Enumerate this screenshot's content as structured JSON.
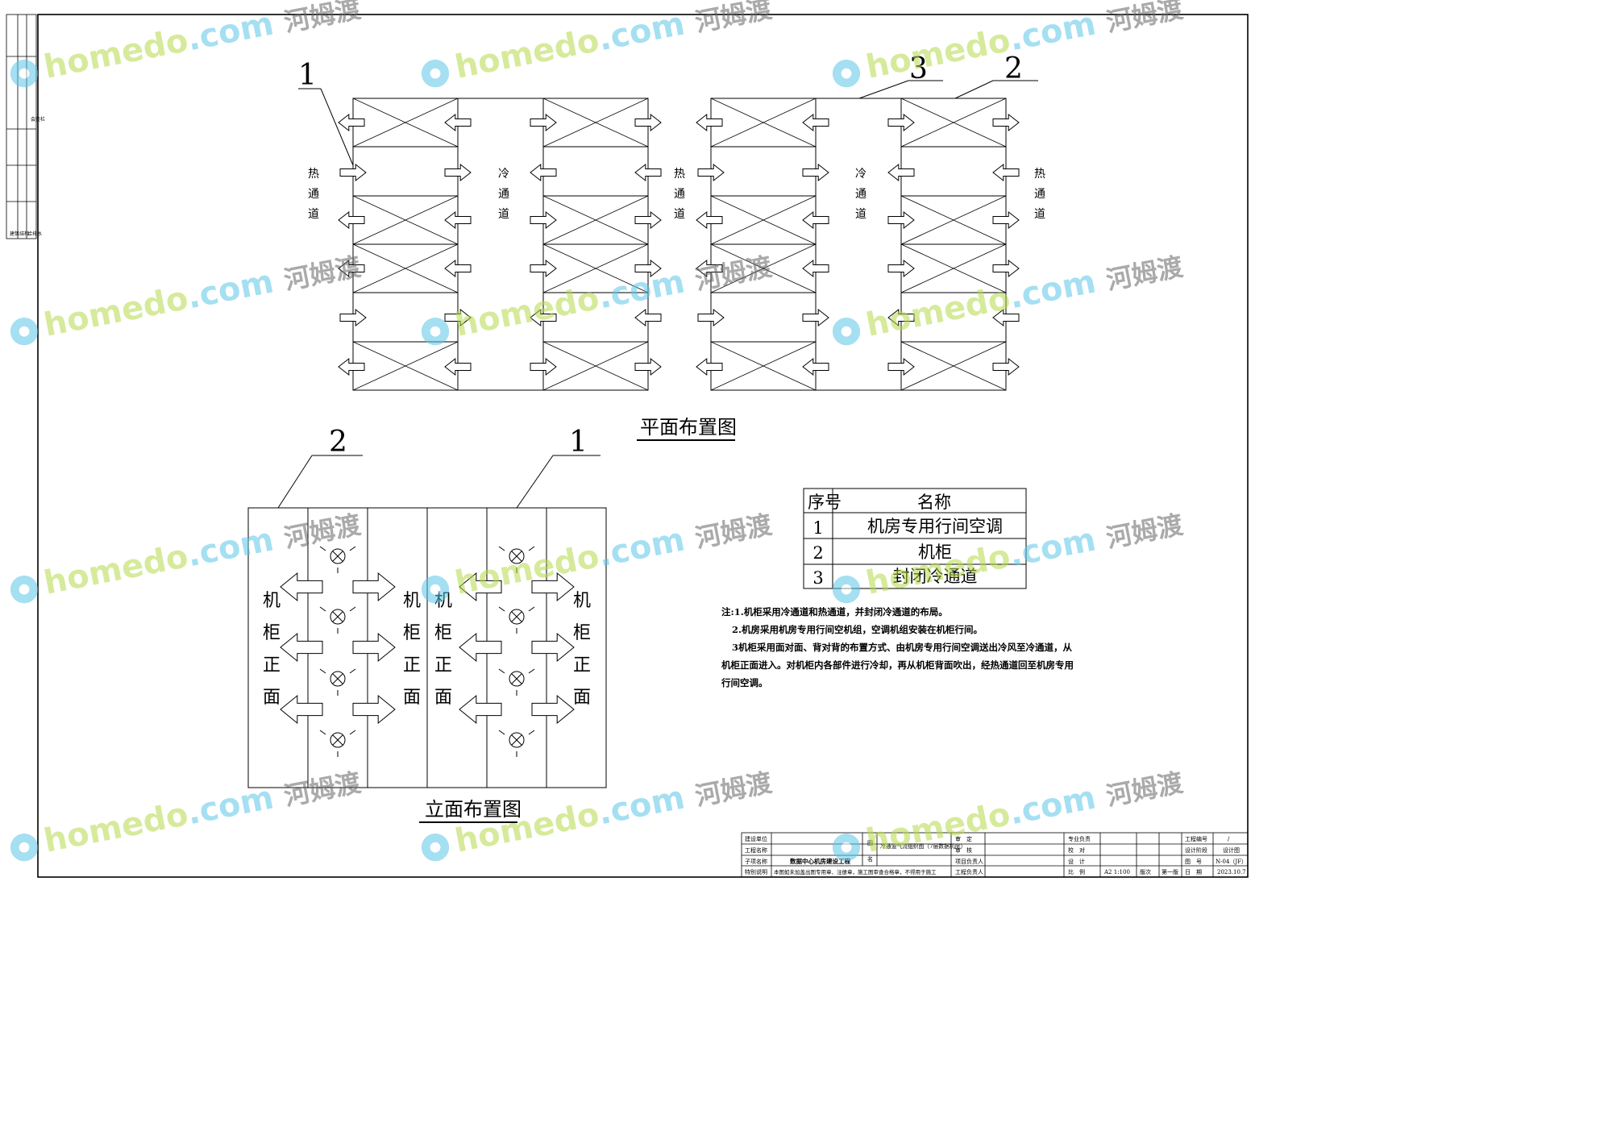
{
  "plan": {
    "title": "平面布置图",
    "callout_1": "1",
    "callout_2": "2",
    "callout_3": "3",
    "hot_aisle": "热\n通\n道",
    "cold_aisle": "冷\n通\n道",
    "hot_char_1": "热",
    "hot_char_2": "通",
    "hot_char_3": "道",
    "cold_char_1": "冷",
    "cold_char_2": "通",
    "cold_char_3": "道"
  },
  "elevation": {
    "title": "立面布置图",
    "callout_2": "2",
    "callout_1": "1",
    "front_char_1": "机",
    "front_char_2": "柜",
    "front_char_3": "正",
    "front_char_4": "面"
  },
  "legend": {
    "header_no": "序号",
    "header_name": "名称",
    "rows": [
      {
        "no": "1",
        "name": "机房专用行间空调"
      },
      {
        "no": "2",
        "name": "机柜"
      },
      {
        "no": "3",
        "name": "封闭冷通道"
      }
    ]
  },
  "notes": [
    "注:1.机柜采用冷通道和热通道，并封闭冷通道的布局。",
    "2.机房采用机房专用行间空机组，空调机组安装在机柜行间。",
    "3机柜采用面对面、背对背的布置方式、由机房专用行间空调送出冷风至冷通道，从",
    "机柜正面进入。对机柜内各部件进行冷却，再从机柜背面吹出，经热通道回至机房专用",
    "行间空调。"
  ],
  "title_block": {
    "l1": "建设单位",
    "l2": "工程名称",
    "l3": "子项名称",
    "l4": "特别说明",
    "project_name": "数据中心机房建设工程",
    "special_note": "本图如未加盖出图专用章、注册章，施工图审查合格章，不得用于施工",
    "fig_label_1": "图",
    "fig_label_2": "名",
    "drawing_title": "冷通道气流组织图（7层数据机房）",
    "m1": "专业负责",
    "m2": "校　对",
    "m3": "设　计",
    "m4": "比　例",
    "n1": "审　定",
    "n2": "审　核",
    "n3": "项目负责人",
    "n4": "工程负责人",
    "scale": "A2 1:100",
    "version_label": "版次",
    "version": "第一版",
    "r1": "工程编号",
    "r2": "设计阶段",
    "r3": "图　号",
    "r4": "日　期",
    "project_no": "/",
    "stage": "设计图",
    "drawing_no": "N-04（JF）",
    "date": "2023.10.7"
  },
  "left_strip": {
    "t1": "会签栏",
    "t2": "建筑",
    "t3": "结构",
    "t4": "给排水"
  },
  "watermark": {
    "brand_a": "home",
    "brand_b": "do",
    "brand_c": ".com",
    "brand_cn": "河姆渡"
  }
}
